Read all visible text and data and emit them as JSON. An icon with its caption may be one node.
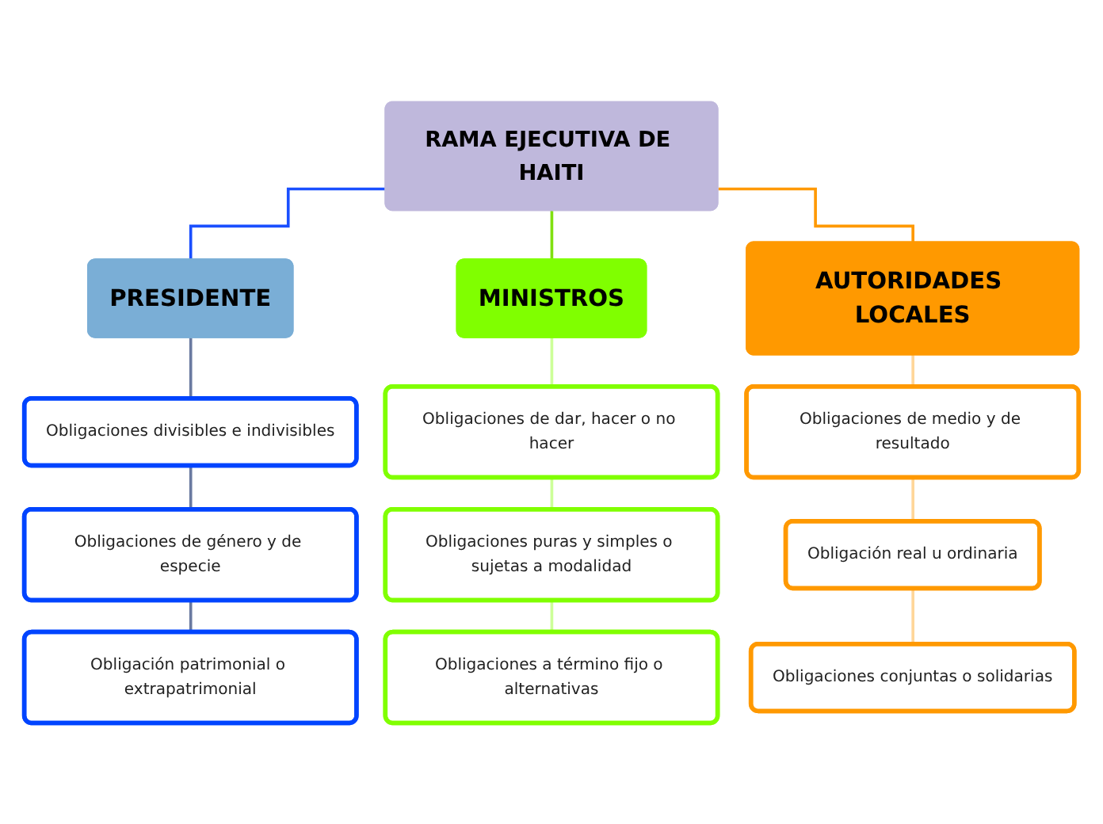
{
  "diagram": {
    "nodes": [
      {
        "text": [
          "RAMA EJECUTIVA DE HAITI"
        ]
      },
      {
        "text": [
          "PRESIDENTE"
        ]
      },
      {
        "text": [
          "MINISTROS"
        ]
      },
      {
        "text": [
          "AUTORIDADES LOCALES"
        ]
      },
      {
        "text": [
          "Obligaciones divisibles e indivisibles"
        ]
      },
      {
        "text": [
          "Obligaciones de dar, hacer o no hacer"
        ]
      },
      {
        "text": [
          "Obligaciones de medio y de resultado"
        ]
      },
      {
        "text": [
          "Obligaciones de género y de especie"
        ]
      },
      {
        "text": [
          "Obligaciones puras y simples o sujetas a modalidad"
        ]
      },
      {
        "text": [
          "Obligación real u ordinaria"
        ]
      },
      {
        "text": [
          "Obligación patrimonial o extrapatrimonial"
        ]
      },
      {
        "text": [
          "Obligaciones a término fijo o alternativas"
        ]
      },
      {
        "text": [
          "Obligaciones conjuntas o solidarias"
        ]
      }
    ],
    "edges": [
      {
        "from": 0,
        "to": 1,
        "arrow": "none",
        "color": "#1a4fff"
      },
      {
        "from": 0,
        "to": 2,
        "arrow": "none",
        "color": "#80e010"
      },
      {
        "from": 0,
        "to": 3,
        "arrow": "none",
        "color": "#ff9900"
      },
      {
        "from": 1,
        "to": 4,
        "arrow": "none",
        "color": "#6a7aa0"
      },
      {
        "from": 4,
        "to": 7,
        "arrow": "none",
        "color": "#6a7aa0"
      },
      {
        "from": 7,
        "to": 10,
        "arrow": "none",
        "color": "#6a7aa0"
      },
      {
        "from": 2,
        "to": 5,
        "arrow": "none",
        "color": "#ccff99"
      },
      {
        "from": 5,
        "to": 8,
        "arrow": "none",
        "color": "#ccff99"
      },
      {
        "from": 8,
        "to": 11,
        "arrow": "none",
        "color": "#ccff99"
      },
      {
        "from": 3,
        "to": 6,
        "arrow": "none",
        "color": "#ffd699"
      },
      {
        "from": 6,
        "to": 9,
        "arrow": "none",
        "color": "#ffd699"
      },
      {
        "from": 9,
        "to": 12,
        "arrow": "none",
        "color": "#ffd699"
      }
    ]
  }
}
